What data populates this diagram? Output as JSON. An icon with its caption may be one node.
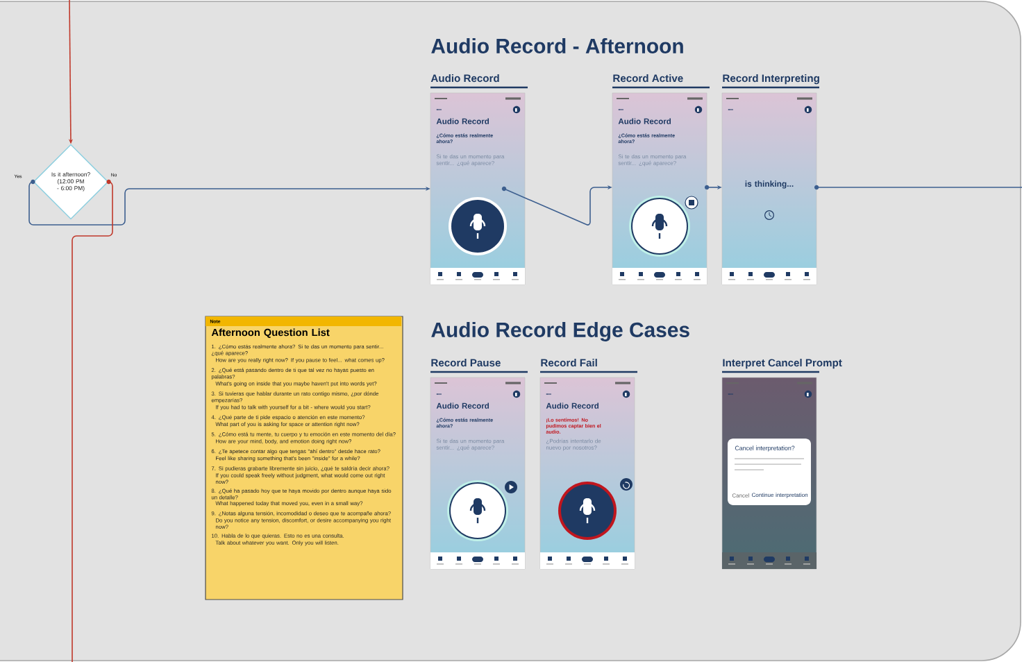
{
  "diagram": {
    "nodes": [
      {
        "text": [
          "Is it afternoon? (12:00 PM - 6:00 PM)"
        ]
      },
      {
        "text": [
          "Audio Record",
          "Audio Record",
          "¿Cómo estás realmente ahora?",
          "Si te das un momento para sentir... ¿qué aparece?"
        ]
      },
      {
        "text": [
          "Record Active",
          "Audio Record",
          "¿Cómo estás realmente ahora?",
          "Si te das un momento para sentir... ¿qué aparece?"
        ]
      },
      {
        "text": [
          "Record Interpreting",
          "is thinking..."
        ]
      },
      {
        "text": [
          "Record Pause",
          "Audio Record",
          "¿Cómo estás realmente ahora?",
          "Si te das un momento para sentir... ¿qué aparece?"
        ]
      },
      {
        "text": [
          "Record Fail",
          "Audio Record",
          "¡Lo sentimos! No pudimos captar bien el audio.",
          "¿Podrías intentarlo de nuevo por nosotros?"
        ]
      },
      {
        "text": [
          "Interpret Cancel Prompt",
          "Cancel interpretation?",
          "Cancel",
          "Continue interpretation"
        ]
      },
      {
        "text": [
          "Note",
          "Afternoon Question List",
          "1. ¿Cómo estás realmente ahora? Si te das un momento para sentir... ¿qué aparece?",
          "How are you really right now? If you pause to feel... what comes up?",
          "2. ¿Qué está pasando dentro de ti que tal vez no hayas puesto en palabras?",
          "What's going on inside that you maybe haven't put into words yet?",
          "3. Si tuvieras que hablar durante un rato contigo mismo, ¿por dónde empezarías?",
          "If you had to talk with yourself for a bit - where would you start?",
          "4. ¿Qué parte de ti pide espacio o atención en este momento?",
          "What part of you is asking for space or attention right now?",
          "5. ¿Cómo está tu mente, tu cuerpo y tu emoción en este momento del día?",
          "How are your mind, body, and emotion doing right now?",
          "6. ¿Te apetece contar algo que tengas \"ahí dentro\" desde hace rato?",
          "Feel like sharing something that's been \"inside\" for a while?",
          "7. Si pudieras grabarte libremente sin juicio, ¿qué te saldría decir ahora?",
          "If you could speak freely without judgment, what would come out right now?",
          "8. ¿Qué ha pasado hoy que te haya movido por dentro aunque haya sido un detalle?",
          "What happened today that moved you, even in a small way?",
          "9. ¿Notas alguna tensión, incomodidad o deseo que te acompañe ahora?",
          "Do you notice any tension, discomfort, or desire accompanying you right now?",
          "10. Habla de lo que quieras. Esto no es una consulta.",
          "Talk about whatever you want. Only you will listen."
        ]
      }
    ],
    "edges": [
      {
        "from": null,
        "to": 0,
        "arrow": "to",
        "color": "#c0392b"
      },
      {
        "from": 0,
        "to": 1,
        "arrow": "to",
        "label": "Yes"
      },
      {
        "from": 0,
        "to": null,
        "arrow": "none",
        "label": "No",
        "color": "#c0392b"
      },
      {
        "from": 1,
        "to": 2,
        "arrow": "to"
      },
      {
        "from": 2,
        "to": 3,
        "arrow": "to"
      },
      {
        "from": 3,
        "to": null,
        "arrow": "none"
      }
    ],
    "labels": [
      "Audio Record - Afternoon",
      "Audio Record Edge Cases"
    ]
  }
}
